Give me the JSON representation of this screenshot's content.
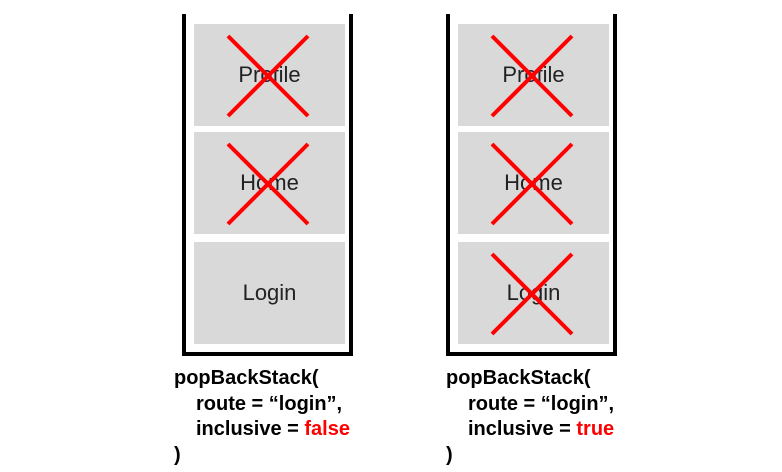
{
  "accent_color": "#ff0000",
  "panels": [
    {
      "cards": [
        {
          "label": "Profile",
          "crossed": true
        },
        {
          "label": "Home",
          "crossed": true
        },
        {
          "label": "Login",
          "crossed": false
        }
      ],
      "code": {
        "line1": "popBackStack(",
        "line2_prefix": "route = “login”,",
        "line3_prefix": "inclusive = ",
        "line3_value": "false",
        "line4": ")"
      }
    },
    {
      "cards": [
        {
          "label": "Profile",
          "crossed": true
        },
        {
          "label": "Home",
          "crossed": true
        },
        {
          "label": "Login",
          "crossed": true
        }
      ],
      "code": {
        "line1": "popBackStack(",
        "line2_prefix": "route = “login”,",
        "line3_prefix": "inclusive = ",
        "line3_value": "true",
        "line4": ")"
      }
    }
  ]
}
